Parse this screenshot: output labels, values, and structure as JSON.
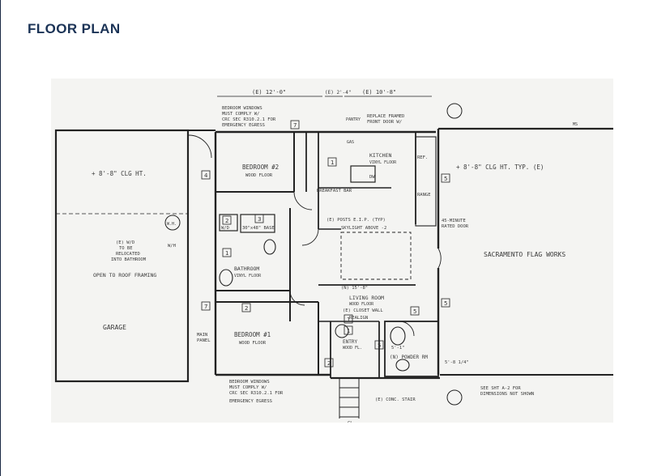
{
  "page": {
    "title": "FLOOR PLAN"
  },
  "plan": {
    "dim_labels": [
      "(E) 12'-0\"",
      "(E) 2'-4\"",
      "(E) 10'-8\""
    ],
    "rooms": {
      "garage": "GARAGE",
      "bedroom_2": "BEDROOM #2",
      "bedroom_2_floor": "WOOD FLOOR",
      "bedroom_1": "BEDROOM #1",
      "bedroom_1_floor": "WOOD FLOOR",
      "kitchen": "KITCHEN",
      "kitchen_floor": "VINYL FLOOR",
      "bathroom": "BATHROOM",
      "bathroom_floor": "VINYL FLOOR",
      "living_room": "LIVING ROOM",
      "living_floor": "WOOD FLOOR",
      "entry": "ENTRY",
      "entry_floor": "WOOD FL.",
      "powder_rm": "(N) POWDER RM",
      "main_area": "SACRAMENTO FLAG WORKS"
    },
    "notes": {
      "ceiling_left": "+ 8'-8\" CLG HT.",
      "ceiling_right": "+ 8'-8\" CLG HT. TYP. (E)",
      "egress_top": [
        "BEDROOM WINDOWS",
        "MUST COMPLY W/",
        "CRC SEC R310.2.1 FOR",
        "EMERGENCY EGRESS"
      ],
      "egress_bottom": [
        "BEDROOM WINDOWS",
        "MUST COMPLY W/",
        "CRC SEC R310.2.1 FOR",
        "EMERGENCY EGRESS"
      ],
      "wd_relocate": [
        "(E) W/D",
        "TO BE",
        "RELOCATED",
        "INTO BATHROOM"
      ],
      "open_roof": "OPEN TO ROOF FRAMING",
      "breakfast_bar": "BREAKFAST BAR",
      "posts": "(E) POSTS E.I.P. (TYP)",
      "skylight": "SKYLIGHT ABOVE -2",
      "fire_door": [
        "45-MINUTE",
        "RATED DOOR"
      ],
      "see_sht": [
        "SEE SHT A-2 FOR",
        "DIMENSIONS NOT SHOWN"
      ],
      "conc_stair": "(E) CONC. STAIR",
      "closet_wall": "(E) CLOSET WALL",
      "realign": "REALIGN",
      "replace_framed": [
        "REPLACE FRAMED",
        "FRONT DOOR W/"
      ],
      "shower": "30\"x48\" BASE",
      "wd": "W/D",
      "whh": "W.H.",
      "main_panel": [
        "MAIN",
        "PANEL"
      ],
      "ref": "REF.",
      "range": "RANGE",
      "dw": "DW",
      "pantry": "PANTRY",
      "ms": "MS",
      "gas": "GAS",
      "living_dim": "(N) 15'-8\"",
      "powder_dim": "5'-1\"",
      "entry_dim": "5'-8 1/4\"",
      "wh": "W/H",
      "bottom_mark": "CL"
    },
    "tags": [
      "7",
      "4",
      "2",
      "3",
      "1",
      "7",
      "2",
      "1",
      "2",
      "1",
      "5",
      "5",
      "5",
      "5",
      "1"
    ]
  }
}
